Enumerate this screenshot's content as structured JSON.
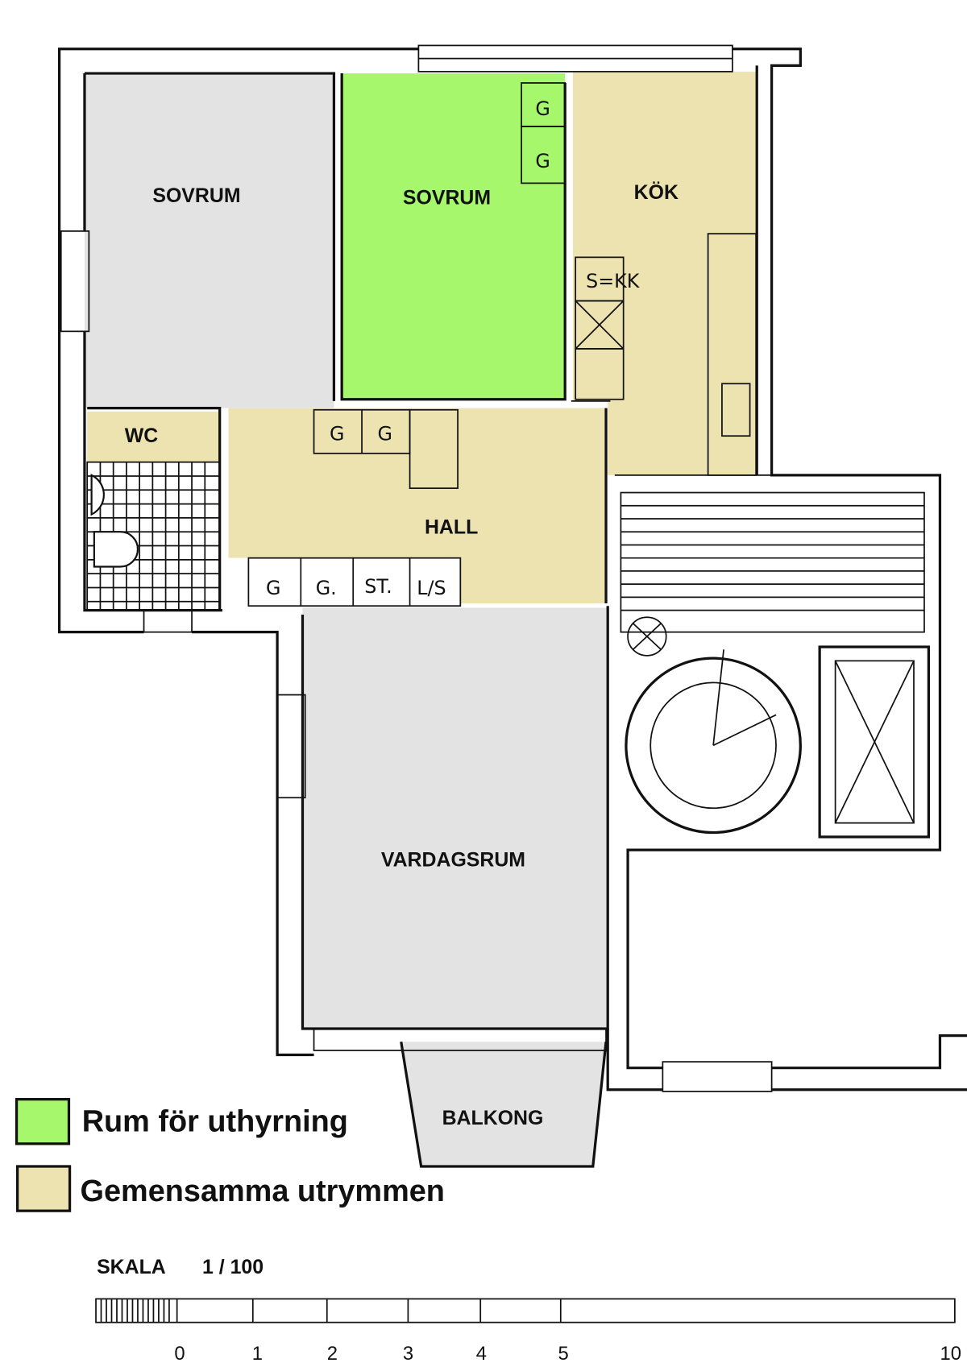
{
  "colors": {
    "rental_room": "#a6f76b",
    "shared_space": "#ede3b0",
    "other_room": "#e3e3e3"
  },
  "rooms": {
    "sovrum_left": "SOVRUM",
    "sovrum_rental": "SOVRUM",
    "kok": "KÖK",
    "wc": "WC",
    "hall": "HALL",
    "vardagsrum": "VARDAGSRUM",
    "balkong": "BALKONG"
  },
  "fixtures": {
    "g": "G",
    "g_dot": "G.",
    "st": "ST.",
    "ls": "L/S",
    "skk": "S=KK"
  },
  "legend": [
    {
      "label": "Rum för uthyrning",
      "color": "#a6f76b"
    },
    {
      "label": "Gemensamma utrymmen",
      "color": "#ede3b0"
    }
  ],
  "scale": {
    "label": "SKALA",
    "ratio": "1 / 100",
    "ticks": [
      "0",
      "1",
      "2",
      "3",
      "4",
      "5",
      "10"
    ]
  }
}
